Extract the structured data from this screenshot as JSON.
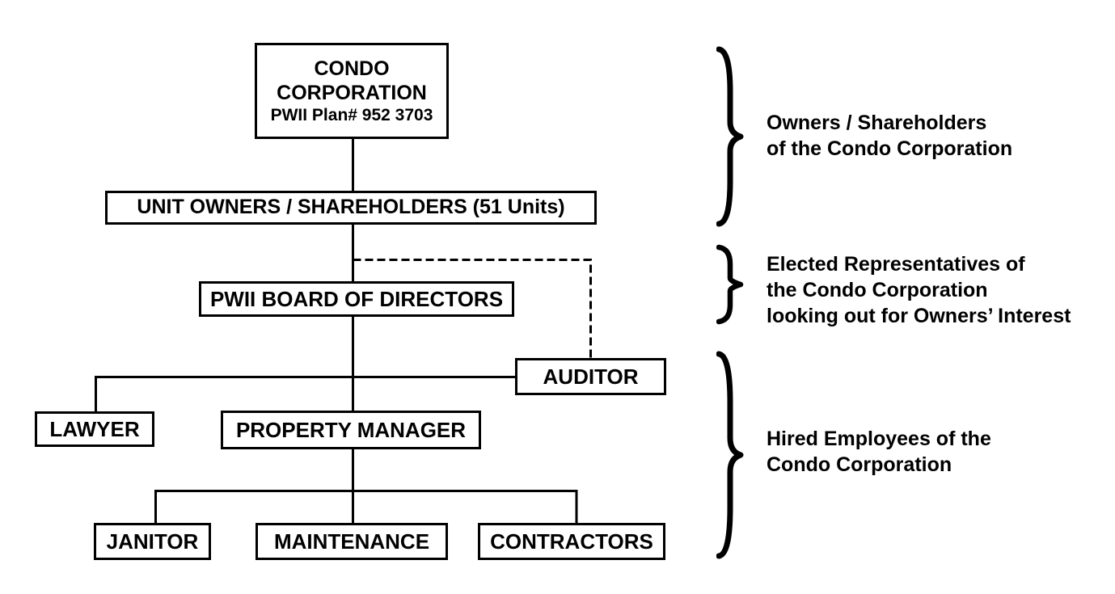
{
  "colors": {
    "ink": "#000000",
    "background": "#ffffff"
  },
  "nodes": {
    "condo_corporation": {
      "line1": "CONDO",
      "line2": "CORPORATION",
      "plan": "PWII Plan# 952 3703"
    },
    "unit_owners": {
      "label": "UNIT OWNERS / SHAREHOLDERS (51 Units)"
    },
    "board_of_directors": {
      "label": "PWII BOARD OF DIRECTORS"
    },
    "auditor": {
      "label": "AUDITOR"
    },
    "lawyer": {
      "label": "LAWYER"
    },
    "property_manager": {
      "label": "PROPERTY MANAGER"
    },
    "janitor": {
      "label": "JANITOR"
    },
    "maintenance": {
      "label": "MAINTENANCE"
    },
    "contractors": {
      "label": "CONTRACTORS"
    }
  },
  "annotations": {
    "owners": {
      "lines": [
        "Owners / Shareholders",
        "of the Condo Corporation"
      ]
    },
    "elected": {
      "lines": [
        "Elected Representatives of",
        "the Condo Corporation",
        "looking out for Owners’ Interest"
      ]
    },
    "hired": {
      "lines": [
        "Hired Employees of the",
        "Condo Corporation"
      ]
    }
  }
}
